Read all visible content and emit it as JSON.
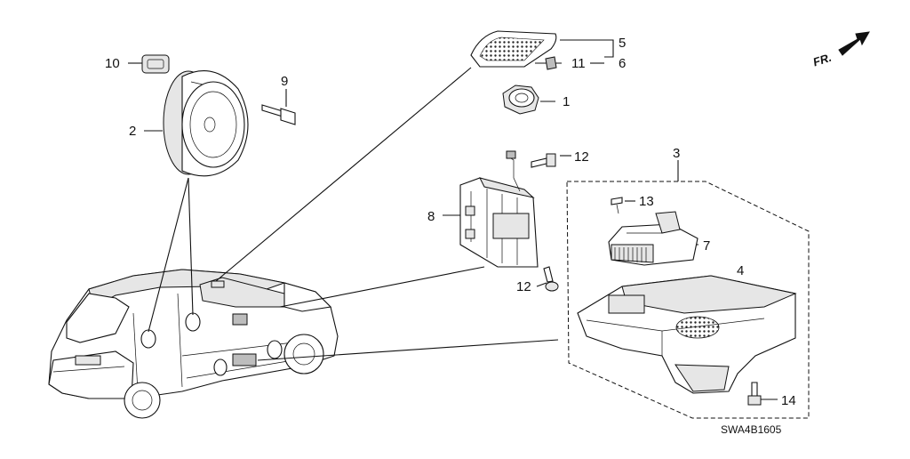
{
  "diagram": {
    "callouts": [
      "1",
      "2",
      "3",
      "4",
      "5",
      "6",
      "7",
      "8",
      "9",
      "10",
      "11",
      "12",
      "13",
      "14"
    ],
    "direction_label": "FR.",
    "figure_code": "SWA4B1605"
  }
}
